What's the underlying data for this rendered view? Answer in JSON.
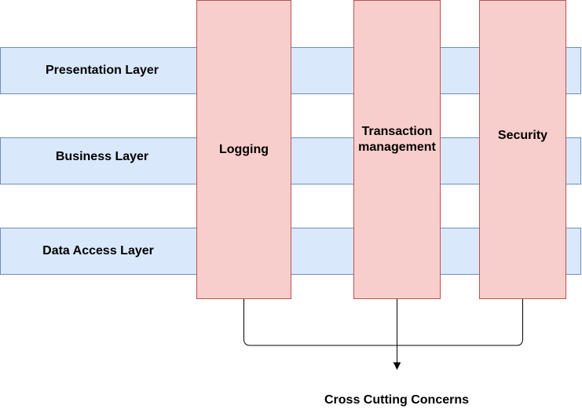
{
  "layers": [
    {
      "label": "Presentation Layer"
    },
    {
      "label": "Business Layer"
    },
    {
      "label": "Data Access Layer"
    }
  ],
  "concerns": [
    {
      "label": "Logging"
    },
    {
      "label": "Transaction\nmanagement"
    },
    {
      "label": "Security"
    }
  ],
  "footer": {
    "label": "Cross Cutting Concerns"
  },
  "colors": {
    "layer_fill": "#dae8fc",
    "layer_stroke": "#6c8ebf",
    "concern_fill": "#f8cecc",
    "concern_stroke": "#b85450",
    "connector": "#000000"
  }
}
